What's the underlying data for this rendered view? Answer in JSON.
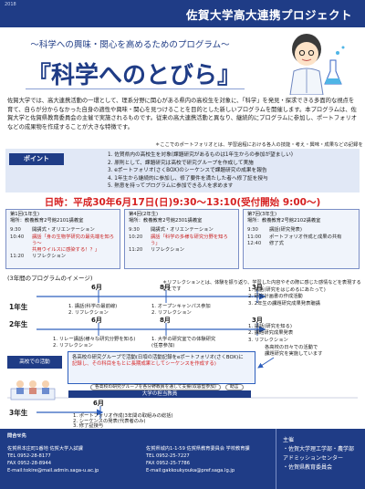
{
  "header": {
    "code": "2018",
    "project_title": "佐賀大学高大連携プロジェクト"
  },
  "hero": {
    "subtitle": "〜科学への興味・関心を高めるためのプログラム〜",
    "title": "『科学へのとびら』"
  },
  "intro": {
    "text": "佐賀大学では、高大連携活動の一環として、理系分野に関心がある県内の高校生を対象に、「科学」を発見・探求できる多面的な視点を育て、自らが分からなかった自身の適性や興味・関心を見つけることを目的とした新しいプログラムを開催します。本プログラムは、佐賀大学と佐賀県教育委員会の主催で実施されるものです。従来の高大連携活動と異なり、継続的にプログラムに参加し、ポートフォリオなどの成果物を作成することが大きな特徴です。",
    "note": "＊ここでのポートフォリオとは、学習過程における各人の技能・考え・興味・成果などの記録をまとめたものです"
  },
  "points": {
    "tag": "ポイント",
    "items": [
      "1. 佐賀県内の高校生を対象(課題研究があるものは1年生からの参加が望ましい)",
      "2. 原則として、課題研究は高校で研究グループを作成して実施",
      "3. eポートフォリオ(さくBOX)のシーケンスで課題研究の成果を報告",
      "4. 1年生から継続的に参加し、修了要件を満たした者へ修了証を授与",
      "5. 熱意を持ってプログラムに参加できる人を求めます"
    ]
  },
  "date_line": "日時：平成30年6月17日(日)9:30〜13:10(受付開始 9:00〜)",
  "sessions": [
    {
      "head1": "第1回(1年生)",
      "head2": "場所：教養教育2号館2101講義室",
      "rows": [
        {
          "time": "9:30",
          "text": "開講式・オリエンテーション",
          "hl": false
        },
        {
          "time": "10:40",
          "text": "講話「身の生物学研究の最先端を知ろう〜",
          "hl": true
        },
        {
          "time": "",
          "text": "共用ウイルスに感染する！？」",
          "hl": true
        },
        {
          "time": "11:20",
          "text": "リフレクション",
          "hl": false
        }
      ]
    },
    {
      "head1": "第4回(2年生)",
      "head2": "場所：教養教育2号館2301講義室",
      "rows": [
        {
          "time": "9:30",
          "text": "開講式・オリエンテーション",
          "hl": false
        },
        {
          "time": "10:20",
          "text": "講話「科学の多様な研究分野を知ろう」",
          "hl": true
        },
        {
          "time": "11:20",
          "text": "リフレクション",
          "hl": false
        }
      ]
    },
    {
      "head1": "第7回(3年生)",
      "head2": "場所：教養教育2号館2102講義室",
      "rows": [
        {
          "time": "9:30",
          "text": "講話(研究発表)",
          "hl": false
        },
        {
          "time": "11:00",
          "text": "ポートフォリオ作成と成果の共有",
          "hl": false
        },
        {
          "time": "12:40",
          "text": "修了式",
          "hl": false
        }
      ]
    }
  ],
  "diagram": {
    "title": "(3年間のプログラムのイメージ)",
    "reflect_note": "＊リフレクションとは、体験を振り返り、学習した内容やその際に感じた感情などを表現することです",
    "year1": {
      "label": "1年生",
      "months": [
        "6月",
        "8月",
        "3月"
      ],
      "left": [
        "1. 講話(科学の最前線)",
        "2. リフレクション"
      ],
      "mid": [
        "1. オープンキャンパス参加",
        "2. リフレクション"
      ],
      "right": [
        "1. 講話(研究をはじめるにあたって)",
        "2. 研究計画書の作成活動",
        "3. 2年生の課題研究成果発表聴講"
      ]
    },
    "year2": {
      "label": "2年生",
      "months": [
        "6月",
        "8月",
        "3月"
      ],
      "left": [
        "1. リレー講話(様々な研究分野を知る)",
        "2. リフレクション"
      ],
      "mid": [
        "1. 大学の研究室での体験研究",
        "(任意参加)"
      ],
      "right": [
        "1. 講話(研究を知る)",
        "2. 課題研究成果発表",
        "3. リフレクション"
      ]
    },
    "school_label": "高校での活動",
    "band_lines": [
      "各高校の研究グループで活動(日頃の活動記録をeポートフォリオ(さくBOX)に",
      "記録し、その科目をもとに長期成果としてシーケンスを作成する)"
    ],
    "support_pill": "各高校の研究グループを各分野教員を通して支援(収容型参加)",
    "advice_pill": "助言",
    "university_label": "大学の担当教員",
    "right_note": [
      "各高校の日々での活動で",
      "課題研究を実施しています"
    ],
    "year3": {
      "label": "3年生",
      "months": [
        "6月"
      ],
      "left": [
        "1. ポートフォリオ作成(3年間の取組みの総括)",
        "2. シーケンスの発表(代表者のみ)",
        "3. 修了証授与"
      ]
    }
  },
  "footer": {
    "contact_label": "問合せ先",
    "orgs": [
      {
        "name": "佐賀県本庄町1番地 佐賀大学入試課",
        "tel": "TEL  0952-28-8177",
        "fax": "FAX  0952-28-8944",
        "mail": "E-mail:tokire@mail.admin.saga-u.ac.jp"
      },
      {
        "name": "佐賀県城内1-1-59 佐賀県教育委員会 学校教育課",
        "tel": "TEL  0952-25-7227",
        "fax": "FAX  0952-25-7786",
        "mail": "E-mail:gakkoukyouka@pref.saga.lg.jp"
      }
    ],
    "host_label": "主催",
    "hosts": [
      "・佐賀大学理工学部・農学部",
      "アドミッションセンター",
      "・佐賀県教育委員会"
    ]
  },
  "colors": {
    "brand_blue": "#1f3c86",
    "accent_red": "#d62222",
    "light_panel": "#e1e8f6"
  }
}
